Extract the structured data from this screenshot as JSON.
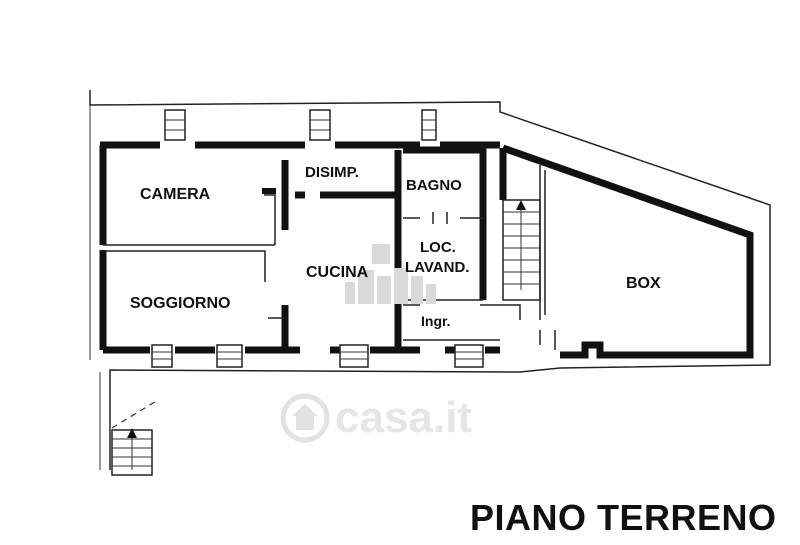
{
  "floor_title": "PIANO TERRENO",
  "rooms": {
    "camera": "CAMERA",
    "disimp": "DISIMP.",
    "bagno": "BAGNO",
    "loc_line1": "LOC.",
    "loc_line2": "LAVAND.",
    "cucina": "CUCINA",
    "soggiorno": "SOGGIORNO",
    "ingresso": "Ingr.",
    "box": "BOX"
  },
  "watermark": {
    "text": "casa.it",
    "color": "#d9d9d9"
  },
  "colors": {
    "line": "#111111",
    "background": "#ffffff"
  }
}
